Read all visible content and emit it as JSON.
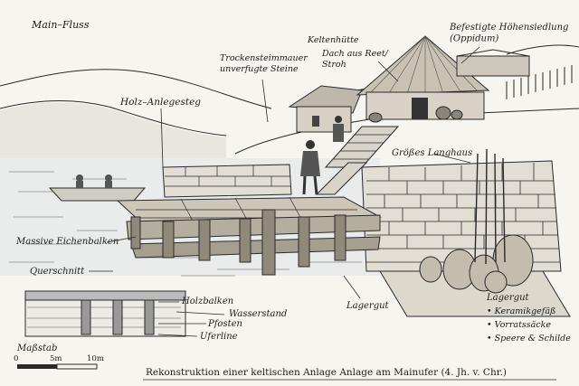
{
  "labels": {
    "river": "Main–Fluss",
    "wall": "Trockensteimmauer\nunverfugte Steine",
    "hut_title": "Keltenhütte",
    "hut_roof": "Dach aus Reet/\nStroh",
    "oppidum": "Befestigte Höhensiedlung\n(Oppidum)",
    "jetty": "Holz–Anlegesteg",
    "longhouse": "Größes Langhaus",
    "oak_beams": "Massive Eichenbalken",
    "section": "Querschnitt",
    "storage": "Lagergut",
    "wood_beams": "Holzbalken",
    "water_level": "Wasserstand",
    "posts": "Pfosten",
    "shore_line": "Uferline",
    "scale": "Maßstab"
  },
  "legend": {
    "title": "Lagergut",
    "items": [
      "• Keramikgefäß",
      "• Vorratssäcke",
      "• Speere & Schilde"
    ]
  },
  "scale_bar": {
    "ticks": [
      "0",
      "5m",
      "10m"
    ]
  },
  "caption": "Rekonstruktion einer keltischen Anlage Anlage am Mainufer (4. Jh. v. Chr.)",
  "colors": {
    "ink": "#2a2a2a",
    "paper": "#f7f5ef",
    "water": "#e9ecea"
  }
}
